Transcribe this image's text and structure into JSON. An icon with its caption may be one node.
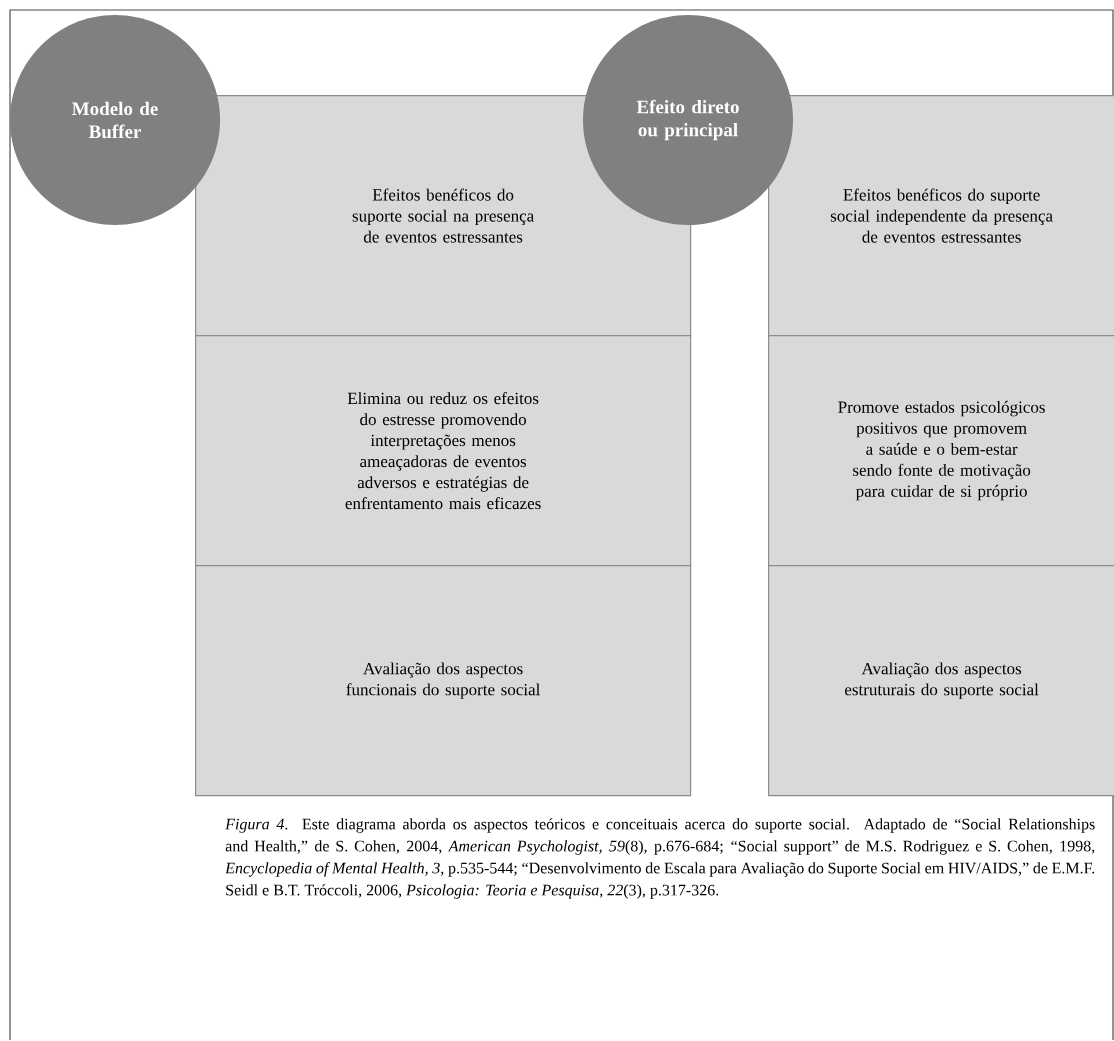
{
  "diagram": {
    "caption": "*Figura 4*. Este diagrama aborda os aspectos teóricos e conceituais acerca do suporte social. Adaptado de “Social Relationships and Health,” de S. Cohen, 2004, *American Psychologist, 59*(8), p.676-684; “Social support” de M.S. Rodriguez e S. Cohen, 1998, *Encyclopedia of Mental Health, 3*, p.535-544; “Desenvolvimento de Escala para Avaliação do Suporte Social em HIV/AIDS,” de E.M.F. Seidl e B.T. Tróccoli, 2006, *Psicologia: Teoria e Pesquisa*, *22*(3), p.317-326.",
    "nodes": [
      {
        "text": [
          "Modelo de Buffer"
        ]
      },
      {
        "text": [
          "Efeitos benéficos do suporte social na presença de eventos estressantes"
        ]
      },
      {
        "text": [
          "Elimina ou reduz os efeitos do estresse promovendo interpretações menos ameaçadoras de eventos adversos e estratégias de enfrentamento mais eficazes"
        ]
      },
      {
        "text": [
          "Avaliação dos aspectos funcionais do suporte social"
        ]
      },
      {
        "text": [
          "Efeito direto ou principal"
        ]
      },
      {
        "text": [
          "Efeitos benéficos do suporte social independente da presença de eventos estressantes"
        ]
      },
      {
        "text": [
          "Promove estados psicológicos positivos que promovem a saúde e o bem-estar sendo fonte de motivação para cuidar de si próprio"
        ]
      },
      {
        "text": [
          "Avaliação dos aspectos estruturais do suporte social"
        ]
      }
    ]
  }
}
